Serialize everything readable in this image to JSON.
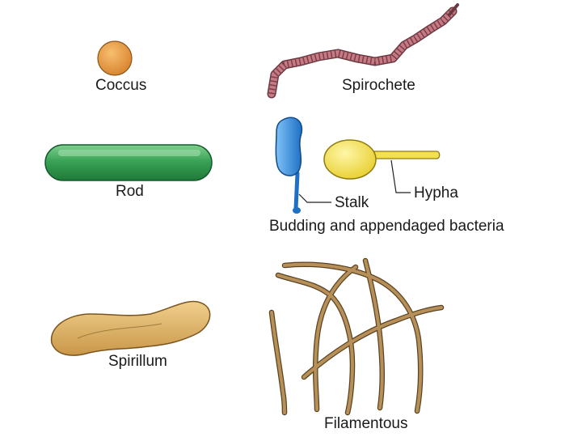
{
  "labels": {
    "coccus": "Coccus",
    "spirochete": "Spirochete",
    "rod": "Rod",
    "stalk": "Stalk",
    "hypha": "Hypha",
    "budding": "Budding and appendaged bacteria",
    "spirillum": "Spirillum",
    "filamentous": "Filamentous"
  },
  "colors": {
    "coccus": "#e8973e",
    "spirochete": "#c77a84",
    "rod": "#3aa356",
    "budding": "#3b8fe0",
    "hypha": "#f4e04d",
    "spirillum": "#e2b56a",
    "filament": "#b69058"
  }
}
